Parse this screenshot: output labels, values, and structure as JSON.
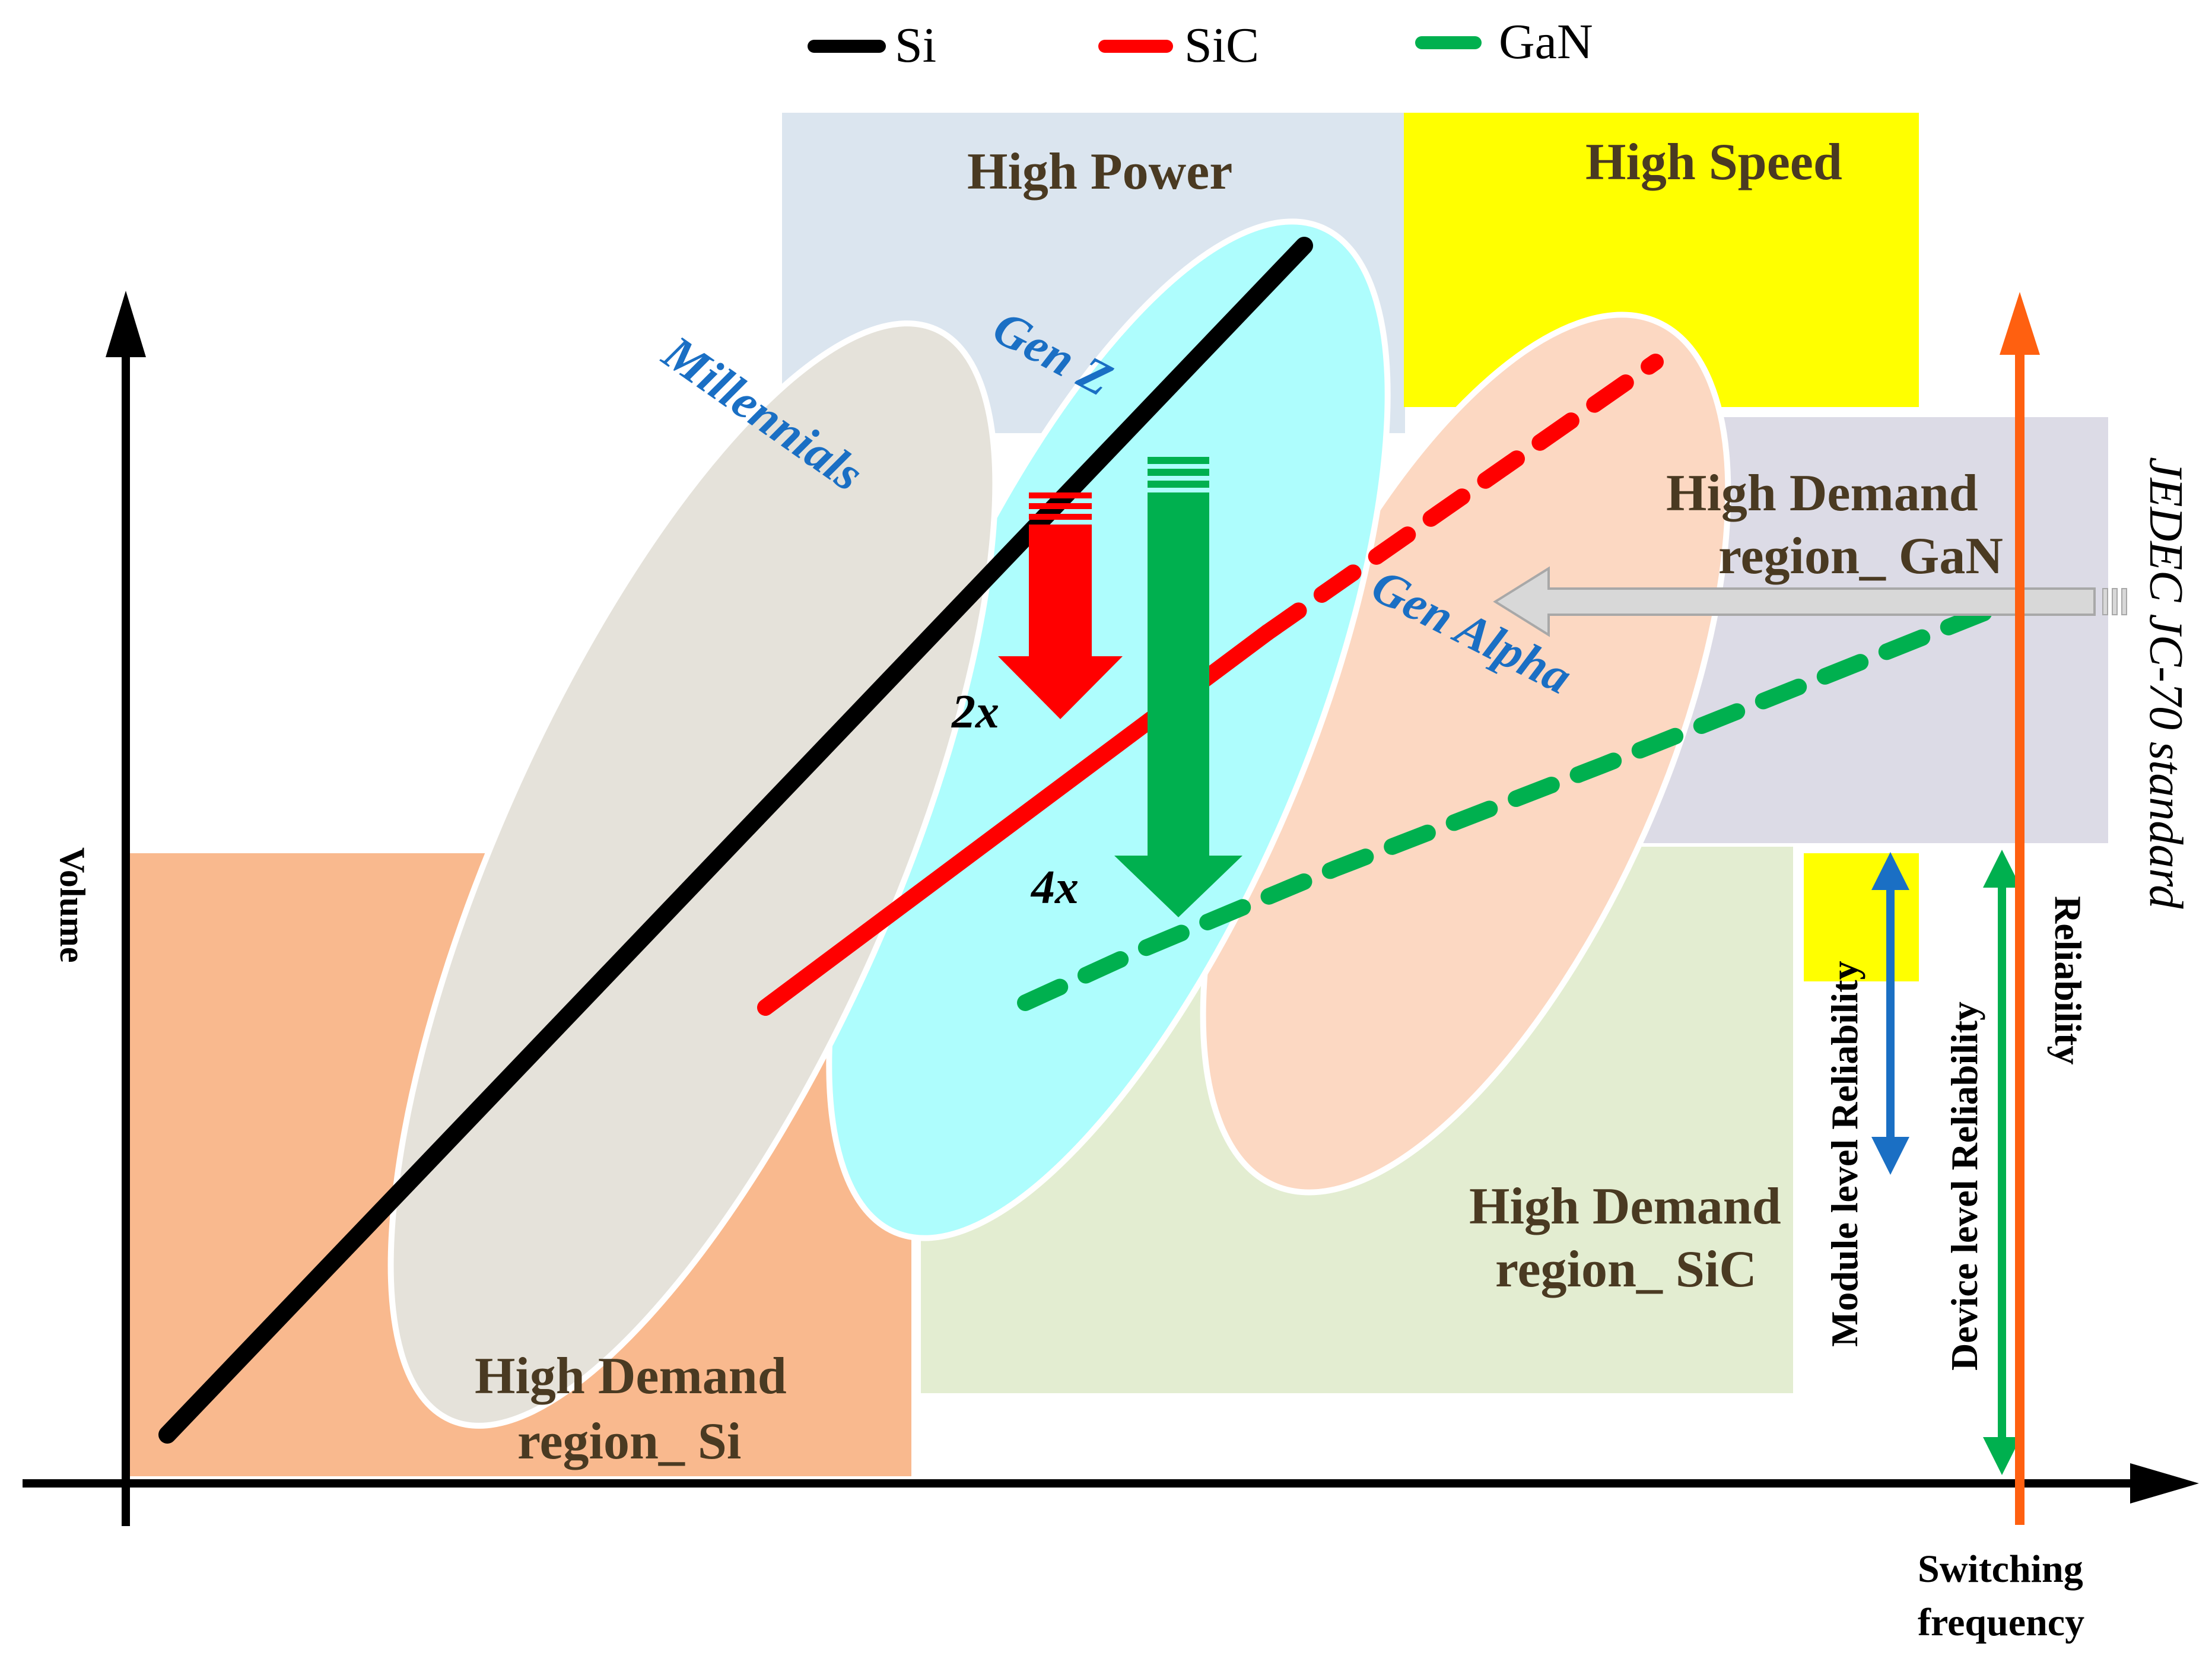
{
  "legend": {
    "items": [
      {
        "label": "Si",
        "color": "#000000",
        "style": "solid"
      },
      {
        "label": "SiC",
        "color": "#ff0000",
        "style": "solid"
      },
      {
        "label": "GaN",
        "color": "#00b04f",
        "style": "dashed"
      }
    ]
  },
  "regions": {
    "high_power": "High Power",
    "high_speed": "High Speed",
    "high_demand_gan_line1": "High Demand",
    "high_demand_gan_line2": "region_ GaN",
    "high_demand_sic_line1": "High Demand",
    "high_demand_sic_line2": "region_ SiC",
    "high_demand_si_line1": "High Demand",
    "high_demand_si_line2": "region_ Si"
  },
  "generations": {
    "millennials": "Millennials",
    "gen_z": "Gen Z",
    "gen_alpha": "Gen Alpha"
  },
  "multipliers": {
    "sic": "2x",
    "gan": "4x"
  },
  "axes": {
    "y_label": "Volume",
    "x_label_line1": "Switching",
    "x_label_line2": "frequency"
  },
  "reliability": {
    "module": "Module level Reliability",
    "device": "Device level Reliability",
    "overall": "Reliability"
  },
  "standard": "JEDEC JC-70 standard",
  "colors": {
    "region_si": "#f9b98e",
    "region_sic": "#e3edd1",
    "region_gan": "#dcdbe6",
    "region_high_power": "#dbe5ef",
    "region_high_speed": "#ffff00",
    "ellipse_millennials": "#e5e2da",
    "ellipse_gen_z": "#aefdfd",
    "ellipse_gen_alpha": "#fcd8c2",
    "arrow_red": "#ff0000",
    "arrow_green": "#00b04f",
    "arrow_orange": "#ff6010",
    "arrow_blue": "#1a6fc4",
    "arrow_gray": "#d8d8d8"
  }
}
